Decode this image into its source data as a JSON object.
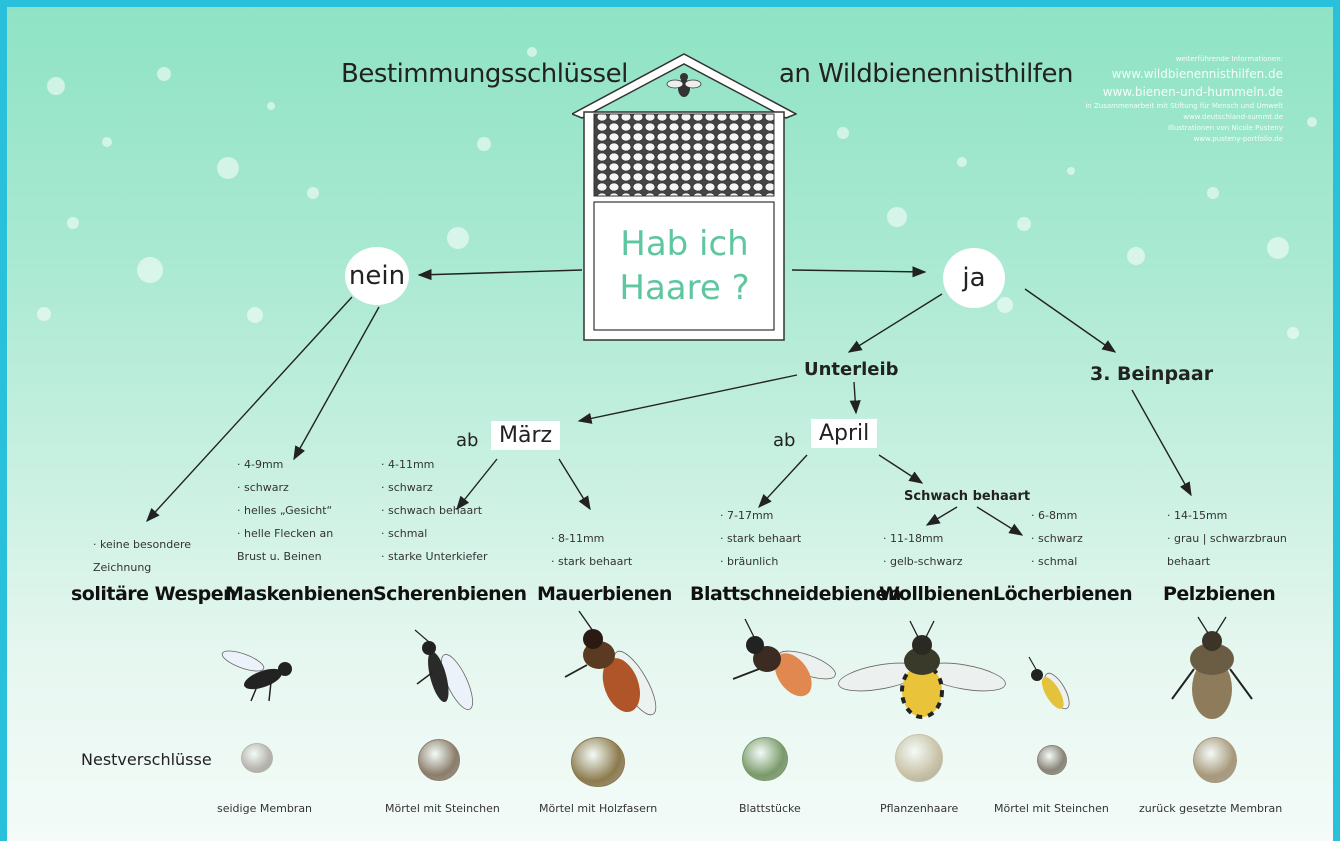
{
  "title": {
    "left": "Bestimmungsschlüssel",
    "right": "an Wildbienennisthilfen"
  },
  "credits": {
    "line1": "weiterführende Informationen:",
    "line2": "www.wildbienennisthilfen.de",
    "line3": "www.bienen-und-hummeln.de",
    "line4": "in Zusammenarbeit mit Stiftung für Mensch und Umwelt",
    "line5": "www.deutschland-summt.de",
    "line6": "Illustrationen von Nicole Pusteny",
    "line7": "www.pusteny-portfolio.de"
  },
  "question": {
    "line1": "Hab ich",
    "line2": "Haare ?"
  },
  "answers": {
    "no": "nein",
    "yes": "ja"
  },
  "nodes": {
    "abdomen": "Unterleib",
    "leg": "3. Beinpaar",
    "from_march_prefix": "ab",
    "from_march": "März",
    "from_april_prefix": "ab",
    "from_april": "April",
    "weak_hair": "Schwach behaart"
  },
  "species": [
    {
      "name": "solitäre Wespen",
      "desc": [
        "· keine besondere",
        "Zeichnung"
      ],
      "nest": "",
      "nest_color": ""
    },
    {
      "name": "Maskenbienen",
      "desc": [
        "· 4-9mm",
        "· schwarz",
        "· helles „Gesicht“",
        "· helle Flecken an",
        "Brust u. Beinen"
      ],
      "nest": "seidige Membran",
      "nest_color": "#b7b5ad"
    },
    {
      "name": "Scherenbienen",
      "desc": [
        "· 4-11mm",
        "· schwarz",
        "· schwach behaart",
        "· schmal",
        "· starke Unterkiefer"
      ],
      "nest": "Mörtel mit Steinchen",
      "nest_color": "#8a7c68"
    },
    {
      "name": "Mauerbienen",
      "desc": [
        "· 8-11mm",
        "· stark behaart"
      ],
      "nest": "Mörtel mit Holzfasern",
      "nest_color": "#8c7a4c"
    },
    {
      "name": "Blattschneidebienen",
      "desc": [
        "· 7-17mm",
        "· stark behaart",
        "· bräunlich"
      ],
      "nest": "Blattstücke",
      "nest_color": "#7a9a6a"
    },
    {
      "name": "Wollbienen",
      "desc": [
        "· 11-18mm",
        "· gelb-schwarz"
      ],
      "nest": "Pflanzenhaare",
      "nest_color": "#c9c2a6"
    },
    {
      "name": "Löcherbienen",
      "desc": [
        "· 6-8mm",
        "· schwarz",
        "· schmal"
      ],
      "nest": "Mörtel mit Steinchen",
      "nest_color": "#8a8478"
    },
    {
      "name": "Pelzbienen",
      "desc": [
        "· 14-15mm",
        "· grau | schwarzbraun",
        "behaart"
      ],
      "nest": "zurück gesetzte Membran",
      "nest_color": "#a8987a"
    }
  ],
  "nest_label": "Nestverschlüsse"
}
